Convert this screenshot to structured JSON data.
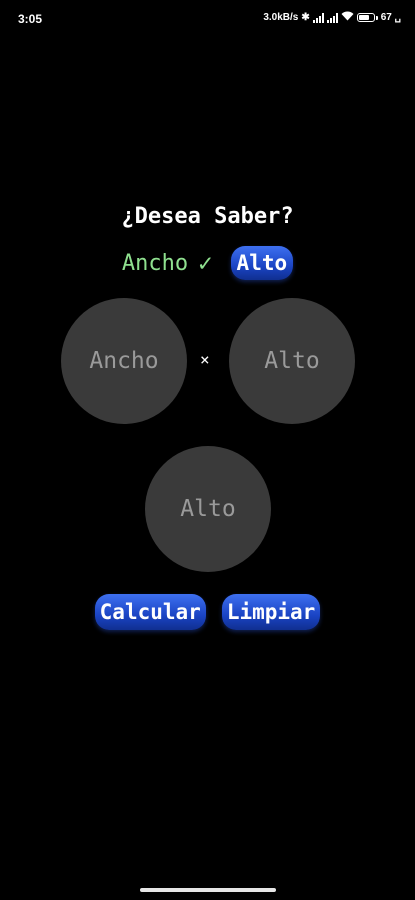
{
  "status_bar": {
    "time": "3:05",
    "network_speed": "3.0kB/s",
    "battery_percent": "67",
    "icons": [
      "bluetooth-icon",
      "signal-icon",
      "signal-icon",
      "wifi-icon",
      "battery-icon"
    ]
  },
  "question": {
    "title": "¿Desea Saber?",
    "option_ancho": "Ancho",
    "check_mark": "✓",
    "option_alto_button": "Alto"
  },
  "inputs": {
    "ancho_placeholder": "Ancho",
    "multiply_sign": "×",
    "alto_placeholder": "Alto",
    "result_label": "Alto"
  },
  "actions": {
    "calcular_label": "Calcular",
    "limpiar_label": "Limpiar"
  },
  "colors": {
    "background": "#000000",
    "accent_blue": "#1a44c4",
    "selected_green": "#8fe08f",
    "circle_gray": "#3a3a3a"
  }
}
